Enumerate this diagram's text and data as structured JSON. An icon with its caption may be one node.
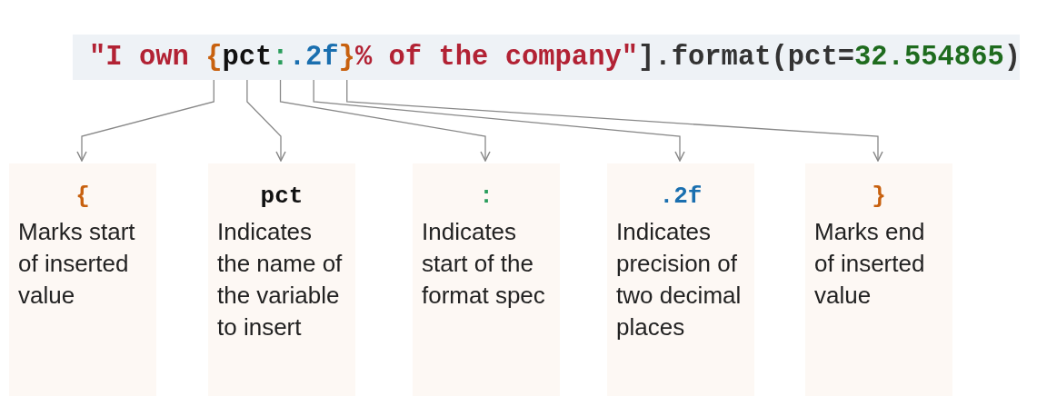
{
  "diagram": {
    "nodes": [
      {
        "text": [
          "\"I own ",
          "{",
          "pct",
          ":",
          ".2f",
          "}",
          "% of the company\"",
          "].format(pct=",
          "32.554865",
          ")"
        ]
      },
      {
        "text": [
          "{",
          "Marks start of inserted value"
        ]
      },
      {
        "text": [
          "pct",
          "Indicates the name of the variable to insert"
        ]
      },
      {
        "text": [
          ":",
          "Indicates start of the format spec"
        ]
      },
      {
        "text": [
          ".2f",
          "Indicates precision of two decimal places"
        ]
      },
      {
        "text": [
          "}",
          "Marks end of inserted value"
        ]
      }
    ],
    "edges": [
      {
        "from": 0,
        "to": 1,
        "arrow": "to"
      },
      {
        "from": 0,
        "to": 2,
        "arrow": "to"
      },
      {
        "from": 0,
        "to": 3,
        "arrow": "to"
      },
      {
        "from": 0,
        "to": 4,
        "arrow": "to"
      },
      {
        "from": 0,
        "to": 5,
        "arrow": "to"
      }
    ]
  }
}
